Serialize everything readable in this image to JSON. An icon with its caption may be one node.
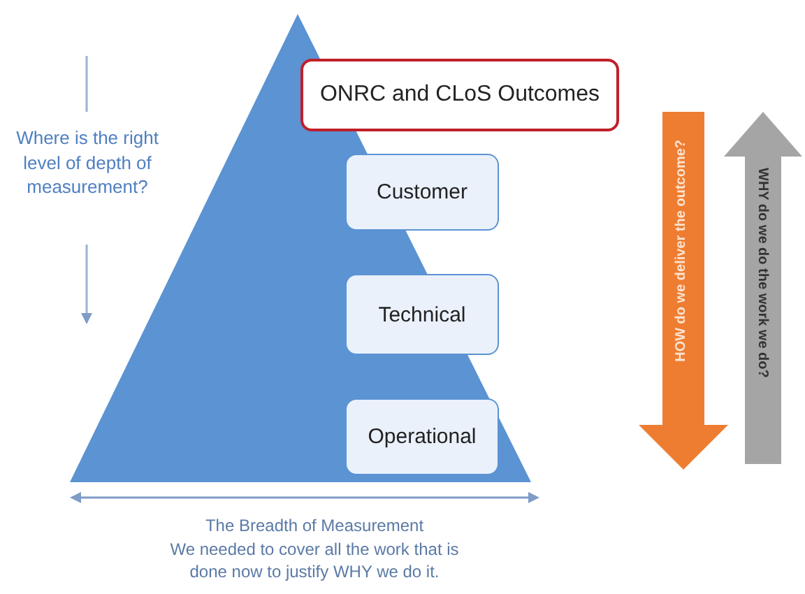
{
  "diagram": {
    "nodes": [
      {
        "text": [
          "ONRC and CLoS Outcomes"
        ]
      },
      {
        "text": [
          "Customer"
        ]
      },
      {
        "text": [
          "Technical"
        ]
      },
      {
        "text": [
          "Operational"
        ]
      }
    ],
    "labels": [
      "Where is the right level of depth of measurement?",
      "The Breadth of Measurement",
      "We needed to cover all the work that is done now to justify WHY we do it.",
      "HOW do we deliver the outcome?",
      "WHY do we do the work we do?"
    ]
  }
}
